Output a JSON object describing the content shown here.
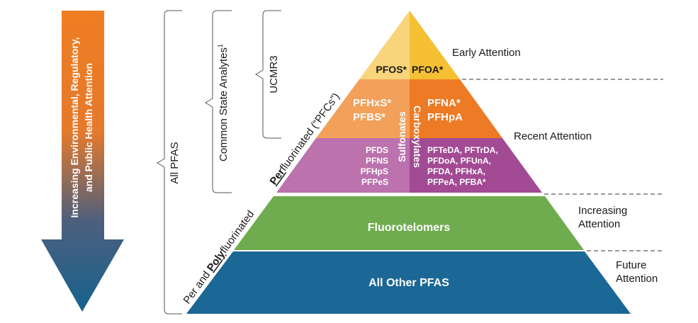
{
  "arrow": {
    "line1": "Increasing Environmental, Regulatory,",
    "line2": "and Public Health Attention",
    "color_top": "#ef7d22",
    "color_bottom": "#16628c"
  },
  "brackets": {
    "all": "All PFAS",
    "common": "Common State Analytes",
    "common_sup": "1",
    "ucmr": "UCMR3"
  },
  "slope_labels": {
    "perfluorinated_prefix": "Per",
    "perfluorinated_rest": "fluorinated (“PFCs”)",
    "poly_prefix": "Per and ",
    "poly_under": "Poly",
    "poly_rest": "fluorinated"
  },
  "layers": {
    "top": {
      "left": "PFOS*",
      "right": "PFOA*",
      "colors": [
        "#f8d47a",
        "#f5c033"
      ]
    },
    "recent": {
      "left": [
        "PFHxS*",
        "PFBS*"
      ],
      "right": [
        "PFNA*",
        "PFHpA"
      ],
      "colors": [
        "#f2a05a",
        "#ed7a24"
      ]
    },
    "long_chain": {
      "left": [
        "PFDS",
        "PFNS",
        "PFHpS",
        "PFPeS"
      ],
      "right": [
        "PFTeDA, PFTrDA,",
        "PFDoA, PFUnA,",
        "PFDA, PFHxA,",
        "PFPeA, PFBA*"
      ],
      "colors": [
        "#bb72ad",
        "#a24b94"
      ]
    },
    "sulfonates": "Sulfonates",
    "carboxylates": "Carboxylates",
    "fluorotelomers": {
      "label": "Fluorotelomers",
      "color": "#6fac4f"
    },
    "other": {
      "label": "All Other PFAS",
      "color": "#1b6795"
    }
  },
  "attention": {
    "early": "Early Attention",
    "recent": "Recent Attention",
    "increasing": [
      "Increasing",
      "Attention"
    ],
    "future": [
      "Future",
      "Attention"
    ]
  }
}
